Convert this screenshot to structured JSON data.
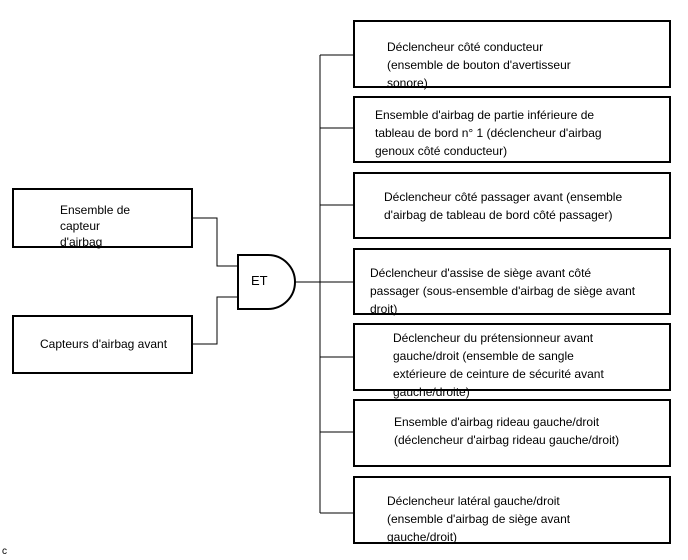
{
  "inputs": [
    {
      "label": "Ensemble de\ncapteur\nd'airbag"
    },
    {
      "label": "Capteurs d'airbag avant"
    }
  ],
  "gate": {
    "label": "ET"
  },
  "outputs": [
    {
      "label": "Déclencheur côté conducteur\n(ensemble de bouton d'avertisseur\nsonore)"
    },
    {
      "label": "Ensemble d'airbag de partie inférieure de\ntableau de bord n° 1 (déclencheur d'airbag\ngenoux côté conducteur)"
    },
    {
      "label": "Déclencheur côté passager avant (ensemble\nd'airbag de tableau de bord côté passager)"
    },
    {
      "label": "Déclencheur d'assise de siège avant côté\npassager (sous-ensemble d'airbag de siège avant\ndroit)"
    },
    {
      "label": "Déclencheur du prétensionneur avant\ngauche/droit (ensemble de sangle\nextérieure de ceinture de sécurité avant\ngauche/droite)"
    },
    {
      "label": "Ensemble d'airbag rideau gauche/droit\n(déclencheur d'airbag rideau gauche/droit)"
    },
    {
      "label": "Déclencheur latéral gauche/droit\n(ensemble d'airbag de siège avant\ngauche/droit)"
    }
  ],
  "corner_mark": "c"
}
